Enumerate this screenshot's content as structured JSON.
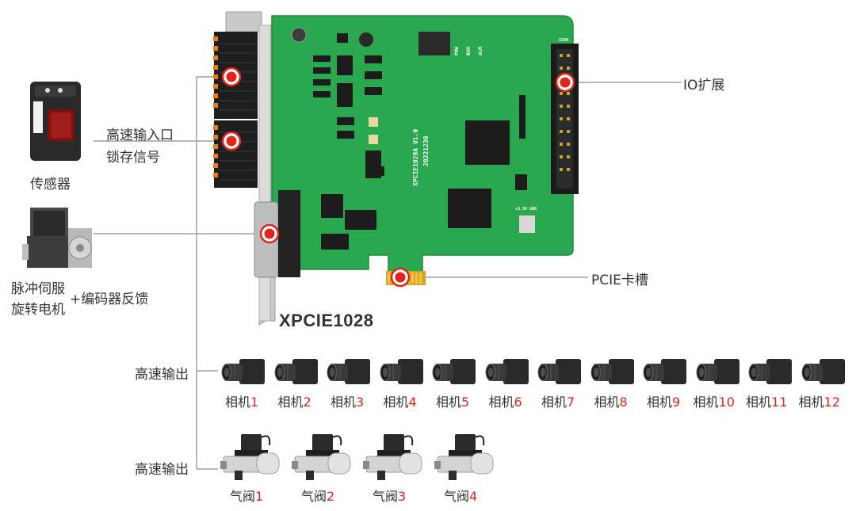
{
  "board": {
    "model": "XPCIE1028",
    "silk_model": "XPCIE1028A V1.0",
    "silk_date": "20221230",
    "silk_leds": [
      "POW",
      "RUN",
      "ALM"
    ],
    "silk_io_ref": "X200",
    "silk_power": "+3.3V  GND"
  },
  "callouts": {
    "io_expansion": "IO扩展",
    "pcie_slot": "PCIE卡槽",
    "highspeed_input": "高速输入口",
    "latch_signal": "锁存信号",
    "sensor": "传感器",
    "servo_line1": "脉冲伺服",
    "servo_line2": "旋转电机",
    "encoder_feedback": "+编码器反馈",
    "highspeed_output_cameras": "高速输出",
    "highspeed_output_valves": "高速输出"
  },
  "cameras": [
    {
      "name": "相机",
      "num": "1"
    },
    {
      "name": "相机",
      "num": "2"
    },
    {
      "name": "相机",
      "num": "3"
    },
    {
      "name": "相机",
      "num": "4"
    },
    {
      "name": "相机",
      "num": "5"
    },
    {
      "name": "相机",
      "num": "6"
    },
    {
      "name": "相机",
      "num": "7"
    },
    {
      "name": "相机",
      "num": "8"
    },
    {
      "name": "相机",
      "num": "9"
    },
    {
      "name": "相机",
      "num": "10"
    },
    {
      "name": "相机",
      "num": "11"
    },
    {
      "name": "相机",
      "num": "12"
    }
  ],
  "valves": [
    {
      "name": "气阀",
      "num": "1"
    },
    {
      "name": "气阀",
      "num": "2"
    },
    {
      "name": "气阀",
      "num": "3"
    },
    {
      "name": "气阀",
      "num": "4"
    }
  ],
  "colors": {
    "pcb": "#2aa84f",
    "accent_red": "#e1251b",
    "line": "#888888"
  }
}
